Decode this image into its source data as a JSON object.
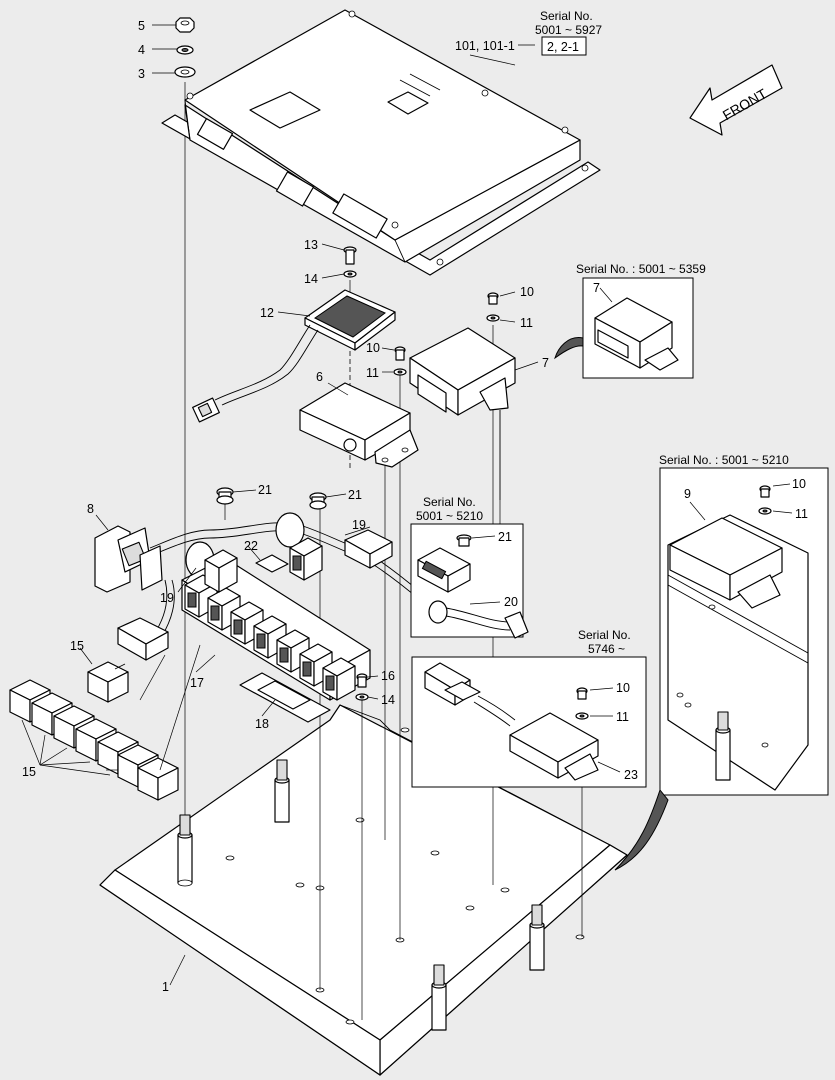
{
  "callouts": {
    "c1": "1",
    "c3": "3",
    "c4": "4",
    "c5": "5",
    "c6": "6",
    "c7a": "7",
    "c7b": "7",
    "c8": "8",
    "c9": "9",
    "c10a": "10",
    "c10b": "10",
    "c10c": "10",
    "c10d": "10",
    "c11a": "11",
    "c11b": "11",
    "c11c": "11",
    "c11d": "11",
    "c12": "12",
    "c13": "13",
    "c14a": "14",
    "c14b": "14",
    "c15a": "15",
    "c15b": "15",
    "c16": "16",
    "c17": "17",
    "c18": "18",
    "c19a": "19",
    "c19b": "19",
    "c20": "20",
    "c21a": "21",
    "c21b": "21",
    "c21c": "21",
    "c22": "22",
    "c23": "23",
    "c101": "101, 101-1"
  },
  "reference_box": "2, 2-1",
  "front_label": "FRONT",
  "serial_notes": {
    "top_line1": "Serial No.",
    "top_line2": "5001 ~ 5927",
    "box7": "Serial No. : 5001 ~ 5359",
    "box9": "Serial No. : 5001 ~ 5210",
    "box20_line1": "Serial No.",
    "box20_line2": "5001 ~ 5210",
    "box23_line1": "Serial No.",
    "box23_line2": "5746 ~"
  }
}
